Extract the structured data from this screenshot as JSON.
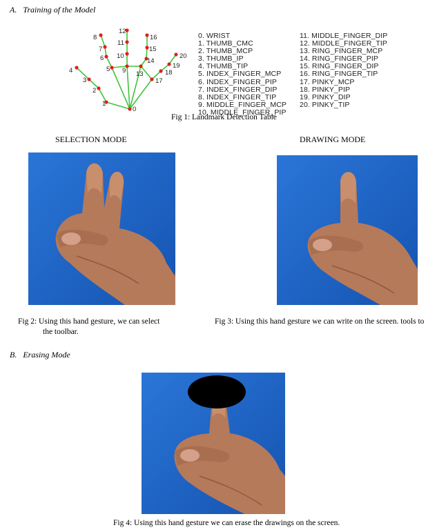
{
  "section_a": {
    "label": "A.",
    "title": "Training of the Model"
  },
  "hand_numbers": [
    "0",
    "1",
    "2",
    "3",
    "4",
    "5",
    "6",
    "7",
    "8",
    "9",
    "10",
    "11",
    "12",
    "13",
    "14",
    "15",
    "16",
    "17",
    "18",
    "19",
    "20"
  ],
  "landmarks_left": [
    "0. WRIST",
    "1. THUMB_CMC",
    "2. THUMB_MCP",
    "3. THUMB_IP",
    "4. THUMB_TIP",
    "5. INDEX_FINGER_MCP",
    "6. INDEX_FINGER_PIP",
    "7. INDEX_FINGER_DIP",
    "8. INDEX_FINGER_TIP",
    "9. MIDDLE_FINGER_MCP",
    "10. MIDDLE_FINGER_PIP"
  ],
  "landmarks_right": [
    "11. MIDDLE_FINGER_DIP",
    "12. MIDDLE_FINGER_TIP",
    "13. RING_FINGER_MCP",
    "14. RING_FINGER_PIP",
    "15. RING_FINGER_DIP",
    "16. RING_FINGER_TIP",
    "17. PINKY_MCP",
    "18. PINKY_PIP",
    "19. PINKY_DIP",
    "20. PINKY_TIP"
  ],
  "fig1_caption": "Fig 1:  Landmark Detection Table",
  "selection_mode": "SELECTION MODE",
  "drawing_mode": "DRAWING MODE",
  "fig2_caption_line1": "Fig 2: Using this hand gesture, we can select",
  "fig2_caption_line2": "the toolbar.",
  "fig3_caption": "Fig 3: Using this hand gesture we can write on the screen. tools to",
  "section_b": {
    "label": "B.",
    "title": "Erasing Mode"
  },
  "fig4_caption": "Fig 4: Using this hand gesture we can erase the drawings on the screen.",
  "colors": {
    "landmark_dot": "#e0201c",
    "connection_line": "#3ec43a",
    "photo_background": "#1a63c6",
    "skin": "#b57a5a"
  }
}
